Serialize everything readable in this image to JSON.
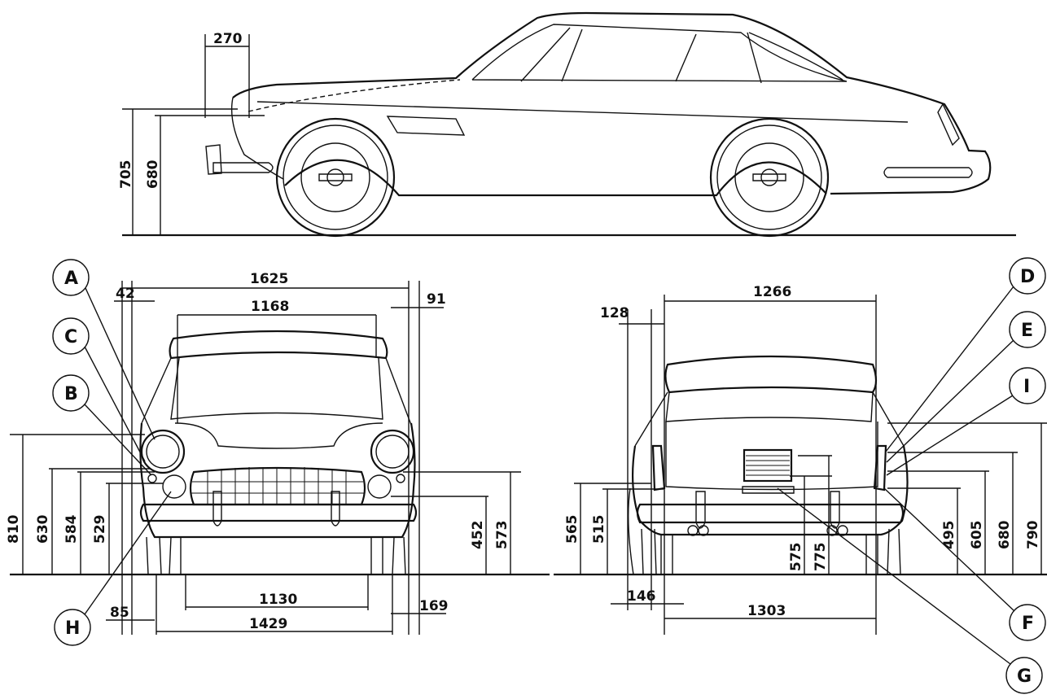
{
  "side_view": {
    "dims": {
      "front_overhang": "270",
      "hood_height": "705",
      "hood_height_inner": "680"
    }
  },
  "front_view": {
    "dims": {
      "overall_width": "1625",
      "hood_width": "1168",
      "left_offset": "42",
      "right_offset": "91",
      "h810": "810",
      "h630": "630",
      "h584": "584",
      "h529": "529",
      "h452": "452",
      "h573": "573",
      "track": "1130",
      "width_1429": "1429",
      "w85": "85",
      "w169": "169"
    },
    "labels": {
      "A": "A",
      "B": "B",
      "C": "C",
      "H": "H"
    }
  },
  "rear_view": {
    "dims": {
      "roof_width": "1266",
      "w128": "128",
      "h565": "565",
      "h515": "515",
      "h575": "575",
      "h775": "775",
      "h495": "495",
      "h605": "605",
      "h680": "680",
      "h790": "790",
      "w146": "146",
      "track": "1303"
    },
    "labels": {
      "D": "D",
      "E": "E",
      "I": "I",
      "F": "F",
      "G": "G"
    }
  }
}
